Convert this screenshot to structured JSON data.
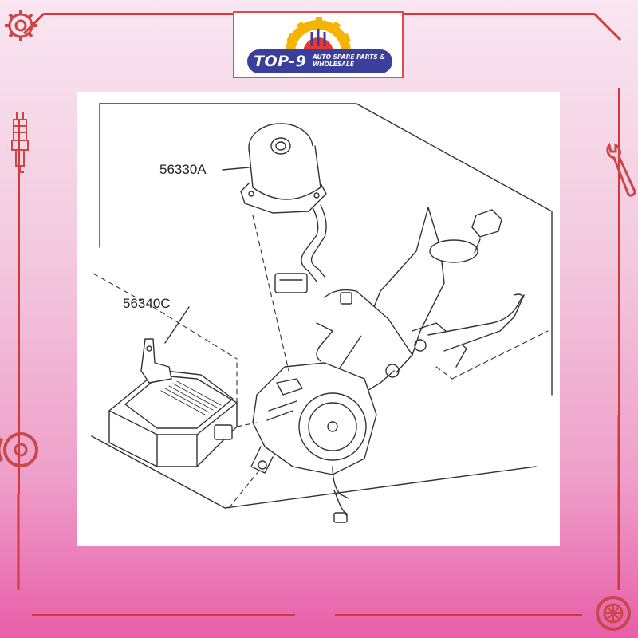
{
  "brand": {
    "name": "TOP-9",
    "tagline": "AUTO SPARE PARTS & WHOLESALE"
  },
  "diagram": {
    "callouts": [
      {
        "id": "motor",
        "label": "56330A"
      },
      {
        "id": "ecu",
        "label": "56340C"
      }
    ]
  },
  "colors": {
    "frame": "#d23a3a",
    "logo_banner": "#3b3f9c",
    "gear_yellow": "#f5b400",
    "gear_red": "#e53935",
    "line_art": "#333333"
  },
  "decor_icons": [
    "gear-icon",
    "spark-plug-icon",
    "wrench-icon",
    "brake-disc-icon",
    "wheel-icon"
  ]
}
